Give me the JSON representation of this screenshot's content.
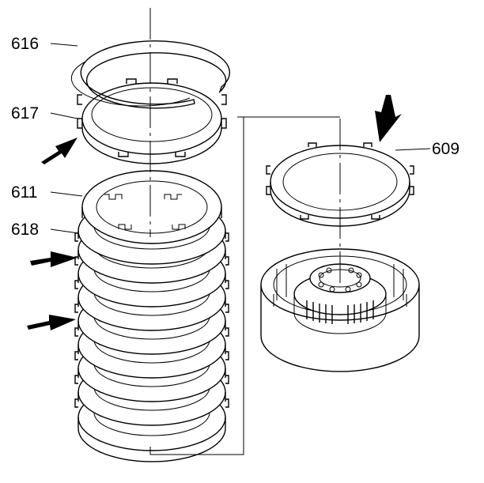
{
  "diagram": {
    "callouts": [
      {
        "id": "616",
        "text": "616"
      },
      {
        "id": "617",
        "text": "617"
      },
      {
        "id": "611",
        "text": "611"
      },
      {
        "id": "618",
        "text": "618"
      },
      {
        "id": "609",
        "text": "609"
      }
    ],
    "colors": {
      "ink": "#000000",
      "background": "#ffffff"
    }
  }
}
